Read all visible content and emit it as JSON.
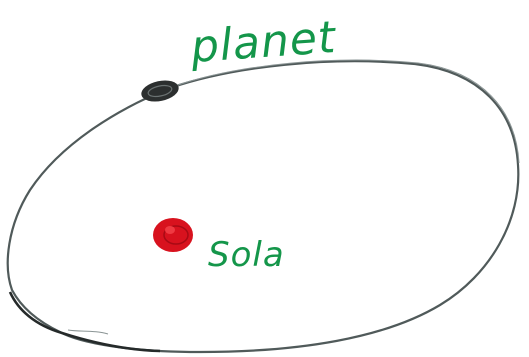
{
  "labels": {
    "planet": "planet",
    "sun": "Sola"
  },
  "colors": {
    "background": "#ffffff",
    "orbit": "#505a5a",
    "planet": "#2c2f2f",
    "sun": "#d8121e",
    "label": "#14964a"
  },
  "icons": {
    "planet": "planet-dot",
    "sun": "sun-dot"
  }
}
